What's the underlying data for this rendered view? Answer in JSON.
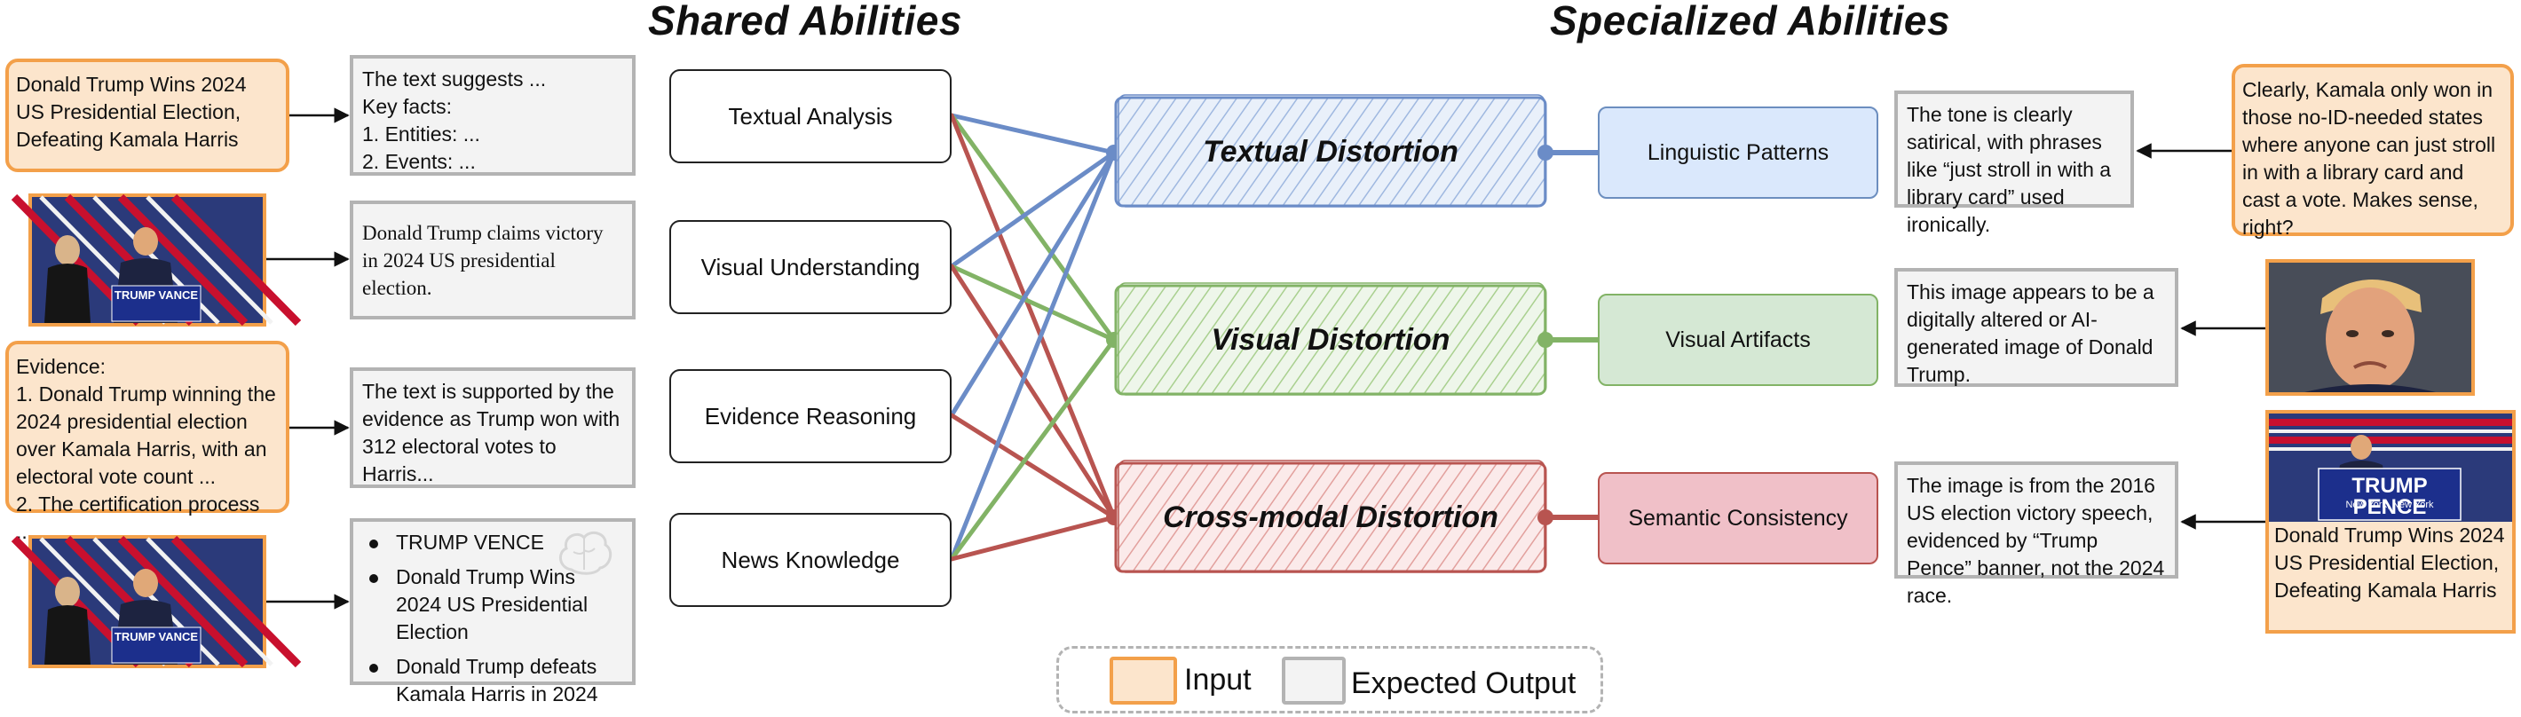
{
  "titles": {
    "shared": "Shared Abilities",
    "specialized": "Specialized Abilities"
  },
  "left_inputs": [
    {
      "type": "text",
      "text": "Donald Trump Wins 2024 US Presidential Election, Defeating Kamala Harris"
    },
    {
      "type": "image",
      "banner": "TRUMP VANCE"
    },
    {
      "type": "text",
      "lines": [
        "Evidence:",
        "1. Donald Trump winning the 2024 presidential election over Kamala Harris, with an electoral vote count ...",
        "2. The certification process ..."
      ]
    },
    {
      "type": "image",
      "banner": "TRUMP VANCE"
    }
  ],
  "left_outputs": [
    {
      "lines": [
        "The text suggests ...",
        "Key facts:",
        "1. Entities: ...",
        "2. Events: ..."
      ]
    },
    {
      "text": "Donald Trump claims victory in 2024 US presidential election."
    },
    {
      "text": "The text is supported by the evidence as Trump won with 312 electoral votes to Harris..."
    },
    {
      "bullets": [
        "TRUMP VENCE",
        "Donald Trump Wins 2024 US Presidential Election",
        "Donald Trump defeats Kamala Harris in 2024"
      ]
    }
  ],
  "shared_abilities": [
    "Textual Analysis",
    "Visual Understanding",
    "Evidence Reasoning",
    "News Knowledge"
  ],
  "distortions": [
    {
      "label": "Textual Distortion",
      "color": "#6b8cc7",
      "fill": "#dbe6f6"
    },
    {
      "label": "Visual Distortion",
      "color": "#82b366",
      "fill": "#e2efda"
    },
    {
      "label": "Cross-modal Distortion",
      "color": "#b85450",
      "fill": "#f4d7d6"
    }
  ],
  "specialized_abilities": [
    {
      "label": "Linguistic Patterns",
      "fill": "#dae8fc",
      "border": "#6c8ebf"
    },
    {
      "label": "Visual Artifacts",
      "fill": "#d5e8d4",
      "border": "#82b366"
    },
    {
      "label": "Semantic Consistency",
      "fill": "#f0c0c8",
      "border": "#b85450"
    }
  ],
  "right_outputs": [
    "The tone is clearly satirical, with phrases like “just stroll in with a library card” used ironically.",
    "This image appears to be a digitally altered or AI-generated image of Donald Trump.",
    "The image is from the 2016 US election victory speech, evidenced by “Trump Pence” banner, not the 2024 race."
  ],
  "right_inputs": {
    "text": "Clearly, Kamala only won in those no-ID-needed states where anyone can just stroll in with a library card and cast a vote. Makes sense, right?",
    "image_banner": "TRUMP PENCE",
    "image_subbanner": "New York, New York",
    "caption": "Donald Trump Wins 2024 US Presidential Election, Defeating Kamala Harris"
  },
  "legend": {
    "input": "Input",
    "output": "Expected Output"
  },
  "colors": {
    "input_fill": "#fce5cc",
    "input_border": "#f3a04a",
    "output_fill": "#f3f3f3",
    "output_border": "#b3b3b3"
  }
}
